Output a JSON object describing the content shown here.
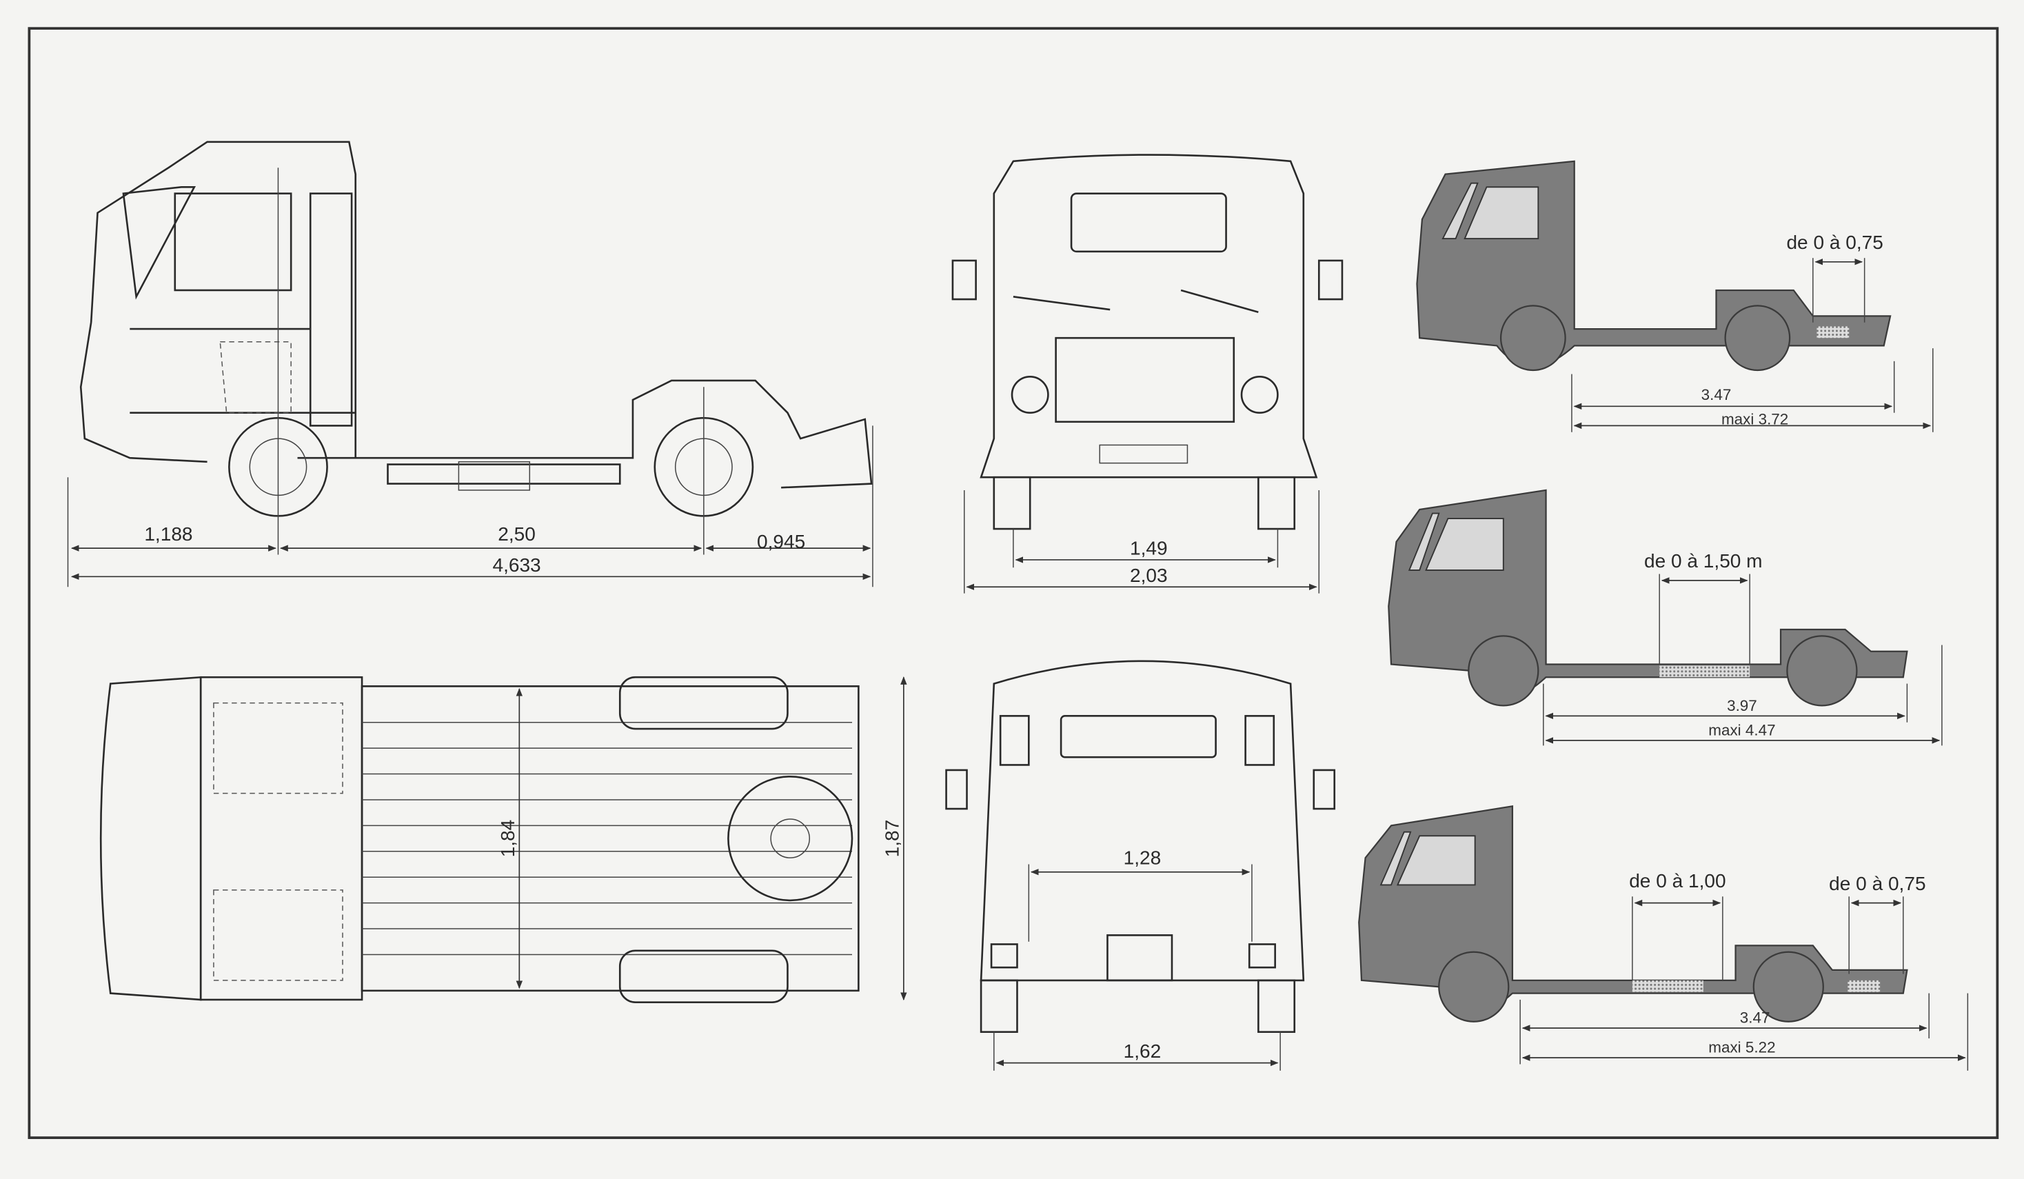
{
  "side_view": {
    "front_overhang": "1,188",
    "wheelbase": "2,50",
    "rear_overhang": "0,945",
    "overall_length": "4,633"
  },
  "front_view": {
    "track": "1,49",
    "overall_width": "2,03"
  },
  "top_view": {
    "inner_width": "1,84",
    "outer_width": "1,87"
  },
  "rear_view": {
    "frame_width": "1,28",
    "rear_track": "1,62"
  },
  "variants": [
    {
      "adjust": "de 0 à 0,75",
      "length": "3.47",
      "max_length": "maxi 3.72"
    },
    {
      "adjust": "de 0 à 1,50 m",
      "length": "3.97",
      "max_length": "maxi 4.47"
    },
    {
      "adjust_front": "de 0 à 1,00",
      "adjust": "de 0 à 0,75",
      "length": "3.47",
      "max_length": "maxi 5.22"
    }
  ],
  "colors": {
    "paper": "#f4f4f2",
    "ink": "#2a2a2a",
    "silhouette": "#7d7d7d"
  }
}
